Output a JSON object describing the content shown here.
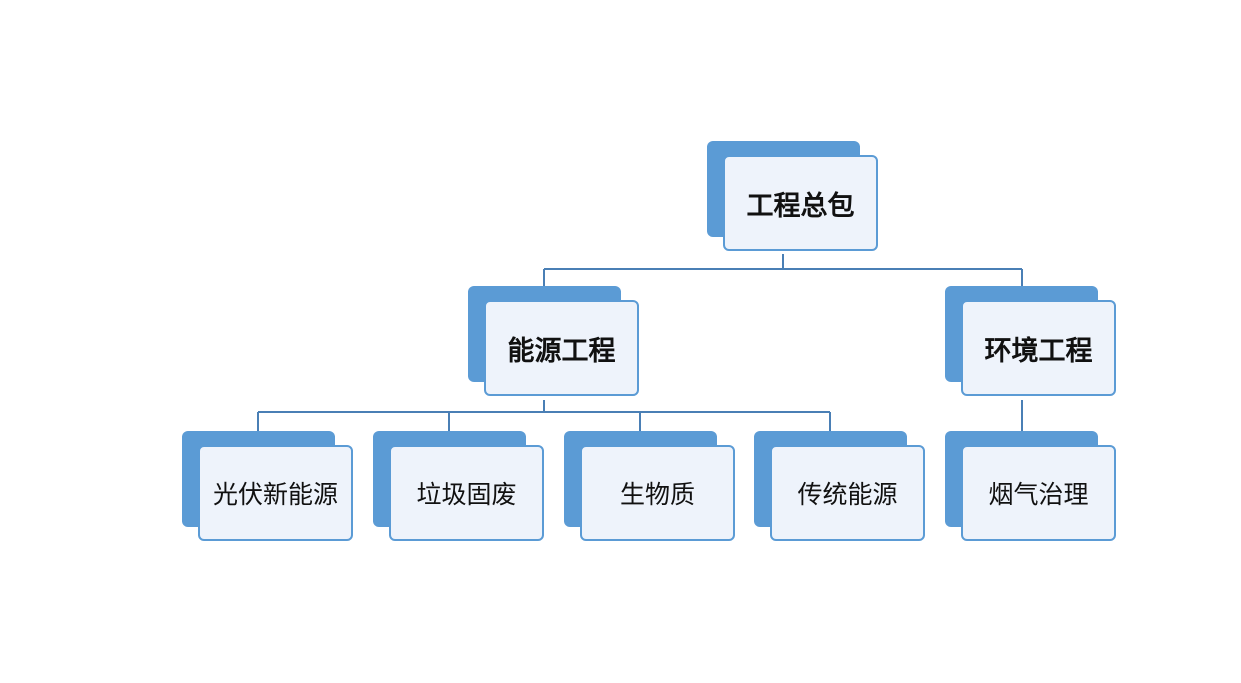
{
  "diagram": {
    "colors": {
      "shadow": "#5b9bd5",
      "card_fill": "#eef3fb",
      "card_border": "#5b9bd5",
      "connector": "#4a7fb5"
    },
    "root": {
      "label": "工程总包",
      "children": [
        {
          "label": "能源工程",
          "children": [
            {
              "label": "光伏新能源"
            },
            {
              "label": "垃圾固废"
            },
            {
              "label": "生物质"
            },
            {
              "label": "传统能源"
            }
          ]
        },
        {
          "label": "环境工程",
          "children": [
            {
              "label": "烟气治理"
            }
          ]
        }
      ]
    }
  }
}
